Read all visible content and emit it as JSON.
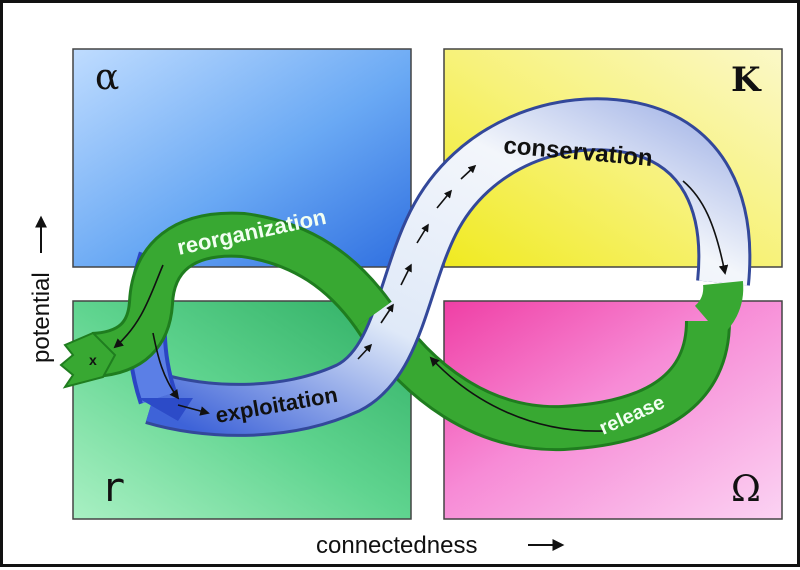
{
  "quadrants": {
    "alpha": "α",
    "k": "K",
    "r": "r",
    "omega": "Ω"
  },
  "phases": {
    "reorganization": "reorganization",
    "conservation": "conservation",
    "exploitation": "exploitation",
    "release": "release"
  },
  "axes": {
    "y": "potential",
    "x": "connectedness"
  },
  "exit_marker": "x",
  "colors": {
    "alpha": "#6aa9f4",
    "k": "#f7f07a",
    "r": "#5fd48f",
    "omega": "#f27ad2",
    "green_ribbon": "#2f9f2a",
    "blue_ribbon": "#dfe9f8"
  }
}
